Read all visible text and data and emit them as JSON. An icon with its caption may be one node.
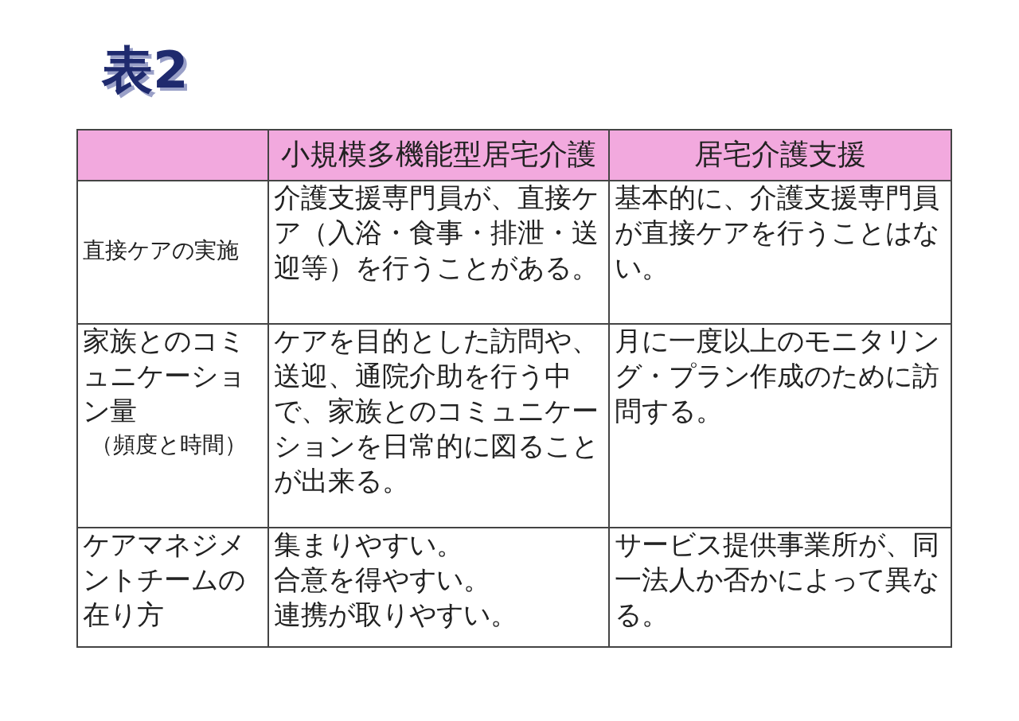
{
  "diagram": {
    "title": "表2",
    "labels": [
      "小規模多機能型居宅介護",
      "居宅介護支援",
      "直接ケアの実施",
      "介護支援専門員が、直接ケア（入浴・食事・排泄・送迎等）を行うことがある。",
      "基本的に、介護支援専門員が直接ケアを行うことはない。",
      "家族とのコミュニケーション量",
      "（頻度と時間）",
      "ケアを目的とした訪問や、送迎、通院介助を行う中で、家族とのコミュニケーションを日常的に図ることが出来る。",
      "月に一度以上のモニタリング・プラン作成のために訪問する。",
      "ケアマネジメントチームの在り方",
      "集まりやすい。",
      "合意を得やすい。",
      "連携が取りやすい。",
      "サービス提供事業所が、同一法人か否かによって異なる。"
    ]
  }
}
